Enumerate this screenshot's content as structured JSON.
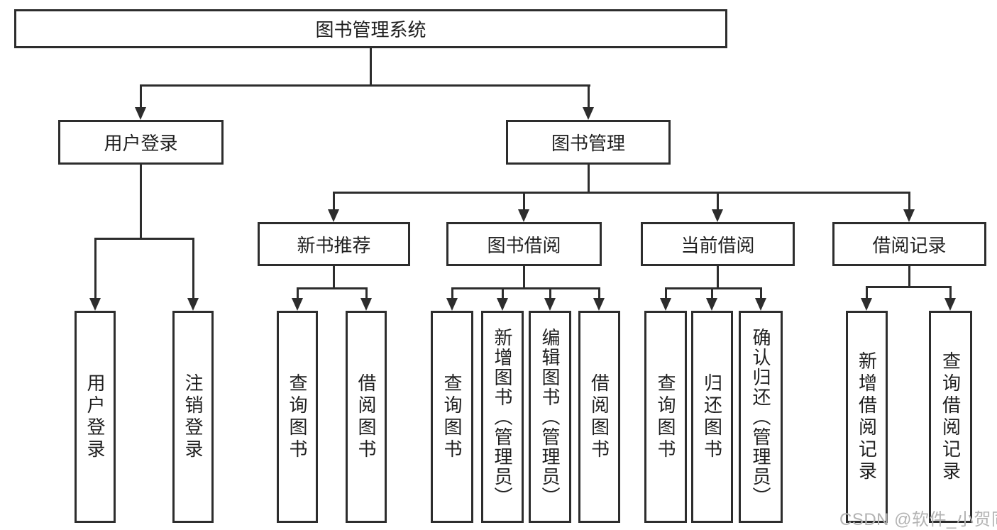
{
  "diagram": {
    "type": "hierarchy-flowchart",
    "watermark": "CSDN @软件_小贺同学",
    "colors": {
      "line": "#2d2d2d",
      "text": "#1f1f1f",
      "watermark": "#b3b3b3",
      "background": "#ffffff"
    },
    "tree": {
      "label": "图书管理系统",
      "children": [
        {
          "label": "用户登录",
          "children": [
            {
              "label": "用户登录"
            },
            {
              "label": "注销登录"
            }
          ]
        },
        {
          "label": "图书管理",
          "children": [
            {
              "label": "新书推荐",
              "children": [
                {
                  "label": "查询图书"
                },
                {
                  "label": "借阅图书"
                }
              ]
            },
            {
              "label": "图书借阅",
              "children": [
                {
                  "label": "查询图书"
                },
                {
                  "label": "新增图书（管理员）"
                },
                {
                  "label": "编辑图书（管理员）"
                },
                {
                  "label": "借阅图书"
                }
              ]
            },
            {
              "label": "当前借阅",
              "children": [
                {
                  "label": "查询图书"
                },
                {
                  "label": "归还图书"
                },
                {
                  "label": "确认归还（管理员）"
                }
              ]
            },
            {
              "label": "借阅记录",
              "children": [
                {
                  "label": "新增借阅记录"
                },
                {
                  "label": "查询借阅记录"
                }
              ]
            }
          ]
        }
      ]
    }
  }
}
